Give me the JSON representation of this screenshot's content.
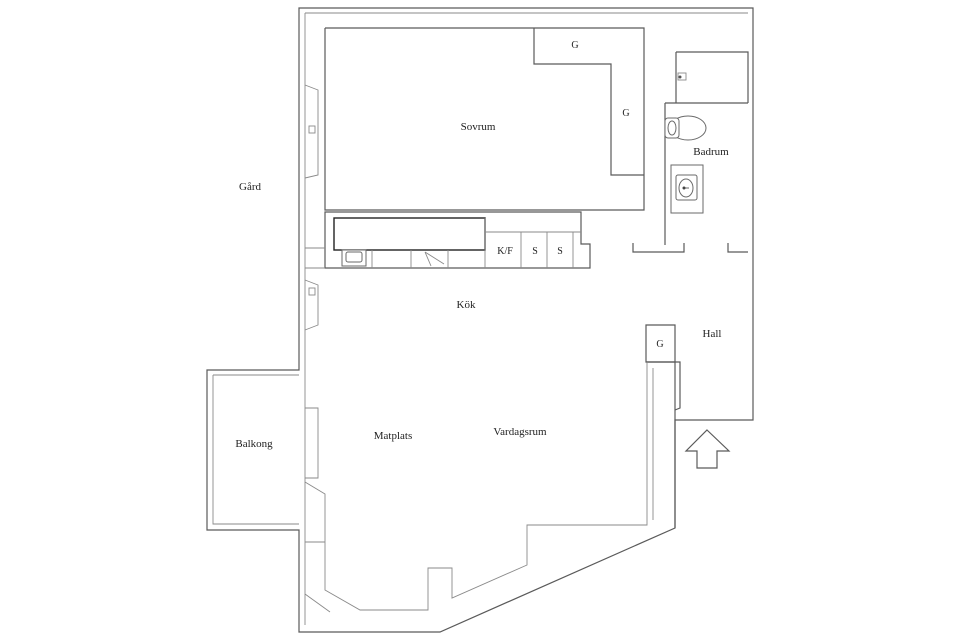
{
  "rooms": {
    "sovrum": "Sovrum",
    "gard": "Gård",
    "badrum": "Badrum",
    "kok": "Kök",
    "hall": "Hall",
    "balkong": "Balkong",
    "matplats": "Matplats",
    "vardagsrum": "Vardagsrum"
  },
  "storage": {
    "g_top": "G",
    "g_side": "G",
    "g_hall": "G",
    "kf": "K/F",
    "s1": "S",
    "s2": "S"
  },
  "icons": {
    "entrance": "entrance-arrow-icon",
    "toilet": "toilet-icon",
    "sink": "sink-icon",
    "shower": "shower-icon",
    "stove": "stove-icon"
  },
  "colors": {
    "wall": "#5a5a5a",
    "text": "#222222",
    "background": "#ffffff"
  }
}
